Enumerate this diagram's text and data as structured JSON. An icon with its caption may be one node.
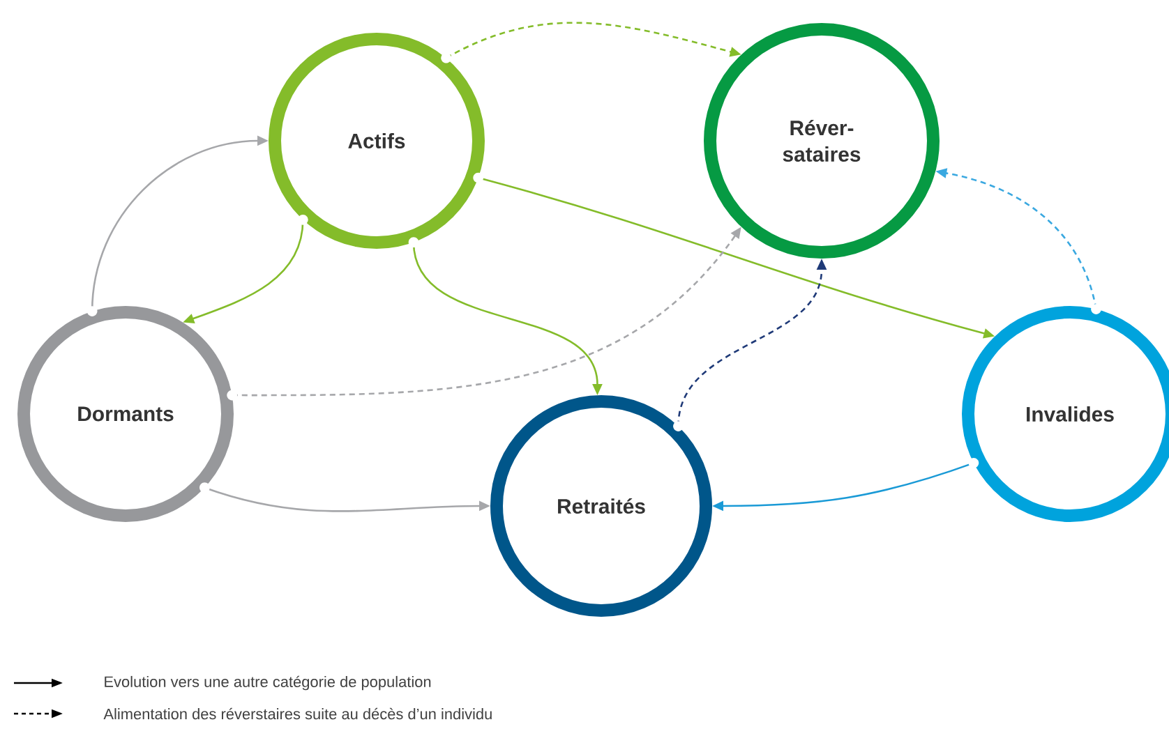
{
  "diagram": {
    "nodes": [
      {
        "text": [
          "Actifs"
        ]
      },
      {
        "text": [
          "Réver- sataires"
        ]
      },
      {
        "text": [
          "Dormants"
        ]
      },
      {
        "text": [
          "Retraités"
        ]
      },
      {
        "text": [
          "Invalides"
        ]
      }
    ],
    "edges": [
      {
        "from": 0,
        "to": 1,
        "arrow": "to",
        "style": "dashed"
      },
      {
        "from": 2,
        "to": 0,
        "arrow": "to",
        "color": "#a6a7aa"
      },
      {
        "from": 0,
        "to": 2,
        "arrow": "to"
      },
      {
        "from": 0,
        "to": 3,
        "arrow": "to"
      },
      {
        "from": 0,
        "to": 4,
        "arrow": "to"
      },
      {
        "from": 2,
        "to": 3,
        "arrow": "to",
        "color": "#a6a7aa"
      },
      {
        "from": 2,
        "to": 1,
        "arrow": "to",
        "style": "dashed",
        "color": "#a6a7aa"
      },
      {
        "from": 3,
        "to": 1,
        "arrow": "to",
        "style": "dashed",
        "color": "#1f3a78"
      },
      {
        "from": 4,
        "to": 1,
        "arrow": "to",
        "style": "dashed",
        "color": "#3aa8e0"
      },
      {
        "from": 4,
        "to": 3,
        "arrow": "to",
        "color": "#1a9ad6"
      }
    ],
    "legend": [
      {
        "text": "Evolution vers une autre catégorie de population"
      },
      {
        "text": "Alimentation des réverstaires suite au décès d’un individu"
      }
    ]
  }
}
